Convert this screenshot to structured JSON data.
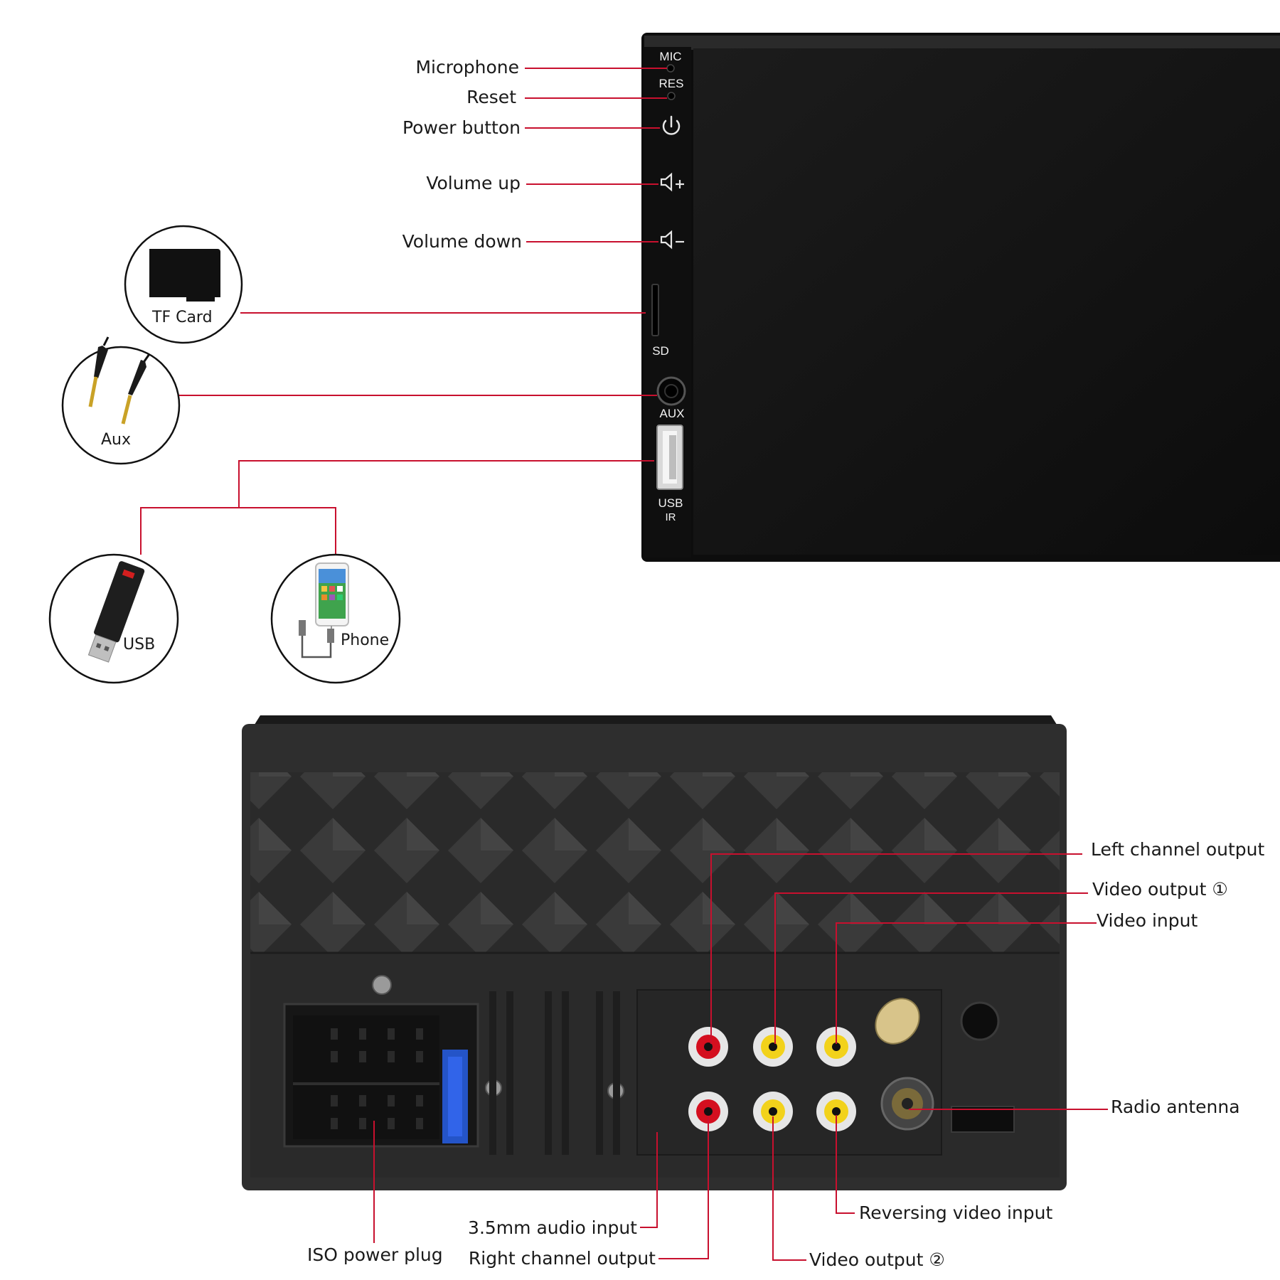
{
  "front_panel": {
    "mic": "MIC",
    "res": "RES",
    "sd": "SD",
    "aux": "AUX",
    "usb": "USB",
    "ir": "IR"
  },
  "front_callouts": {
    "microphone": "Microphone",
    "reset": "Reset",
    "power_button": "Power button",
    "volume_up": "Volume up",
    "volume_down": "Volume down"
  },
  "accessories": {
    "tf_card": "TF Card",
    "aux": "Aux",
    "usb": "USB",
    "phone": "Phone"
  },
  "rear_callouts": {
    "left_channel_output": "Left channel output",
    "video_output_1": "Video output ①",
    "video_input": "Video input",
    "radio_antenna": "Radio antenna",
    "reversing_video_input": "Reversing video input",
    "audio_input_35": "3.5mm audio input",
    "iso_power_plug": "ISO power plug",
    "right_channel_output": "Right channel output",
    "video_output_2": "Video output ②"
  },
  "colors": {
    "leader_line": "#c8102e",
    "device_body": "#111111",
    "rear_body": "#2b2b2b",
    "rca_red": "#d40f1f",
    "rca_yellow": "#f2d21b",
    "fuse_blue": "#2454c8"
  }
}
